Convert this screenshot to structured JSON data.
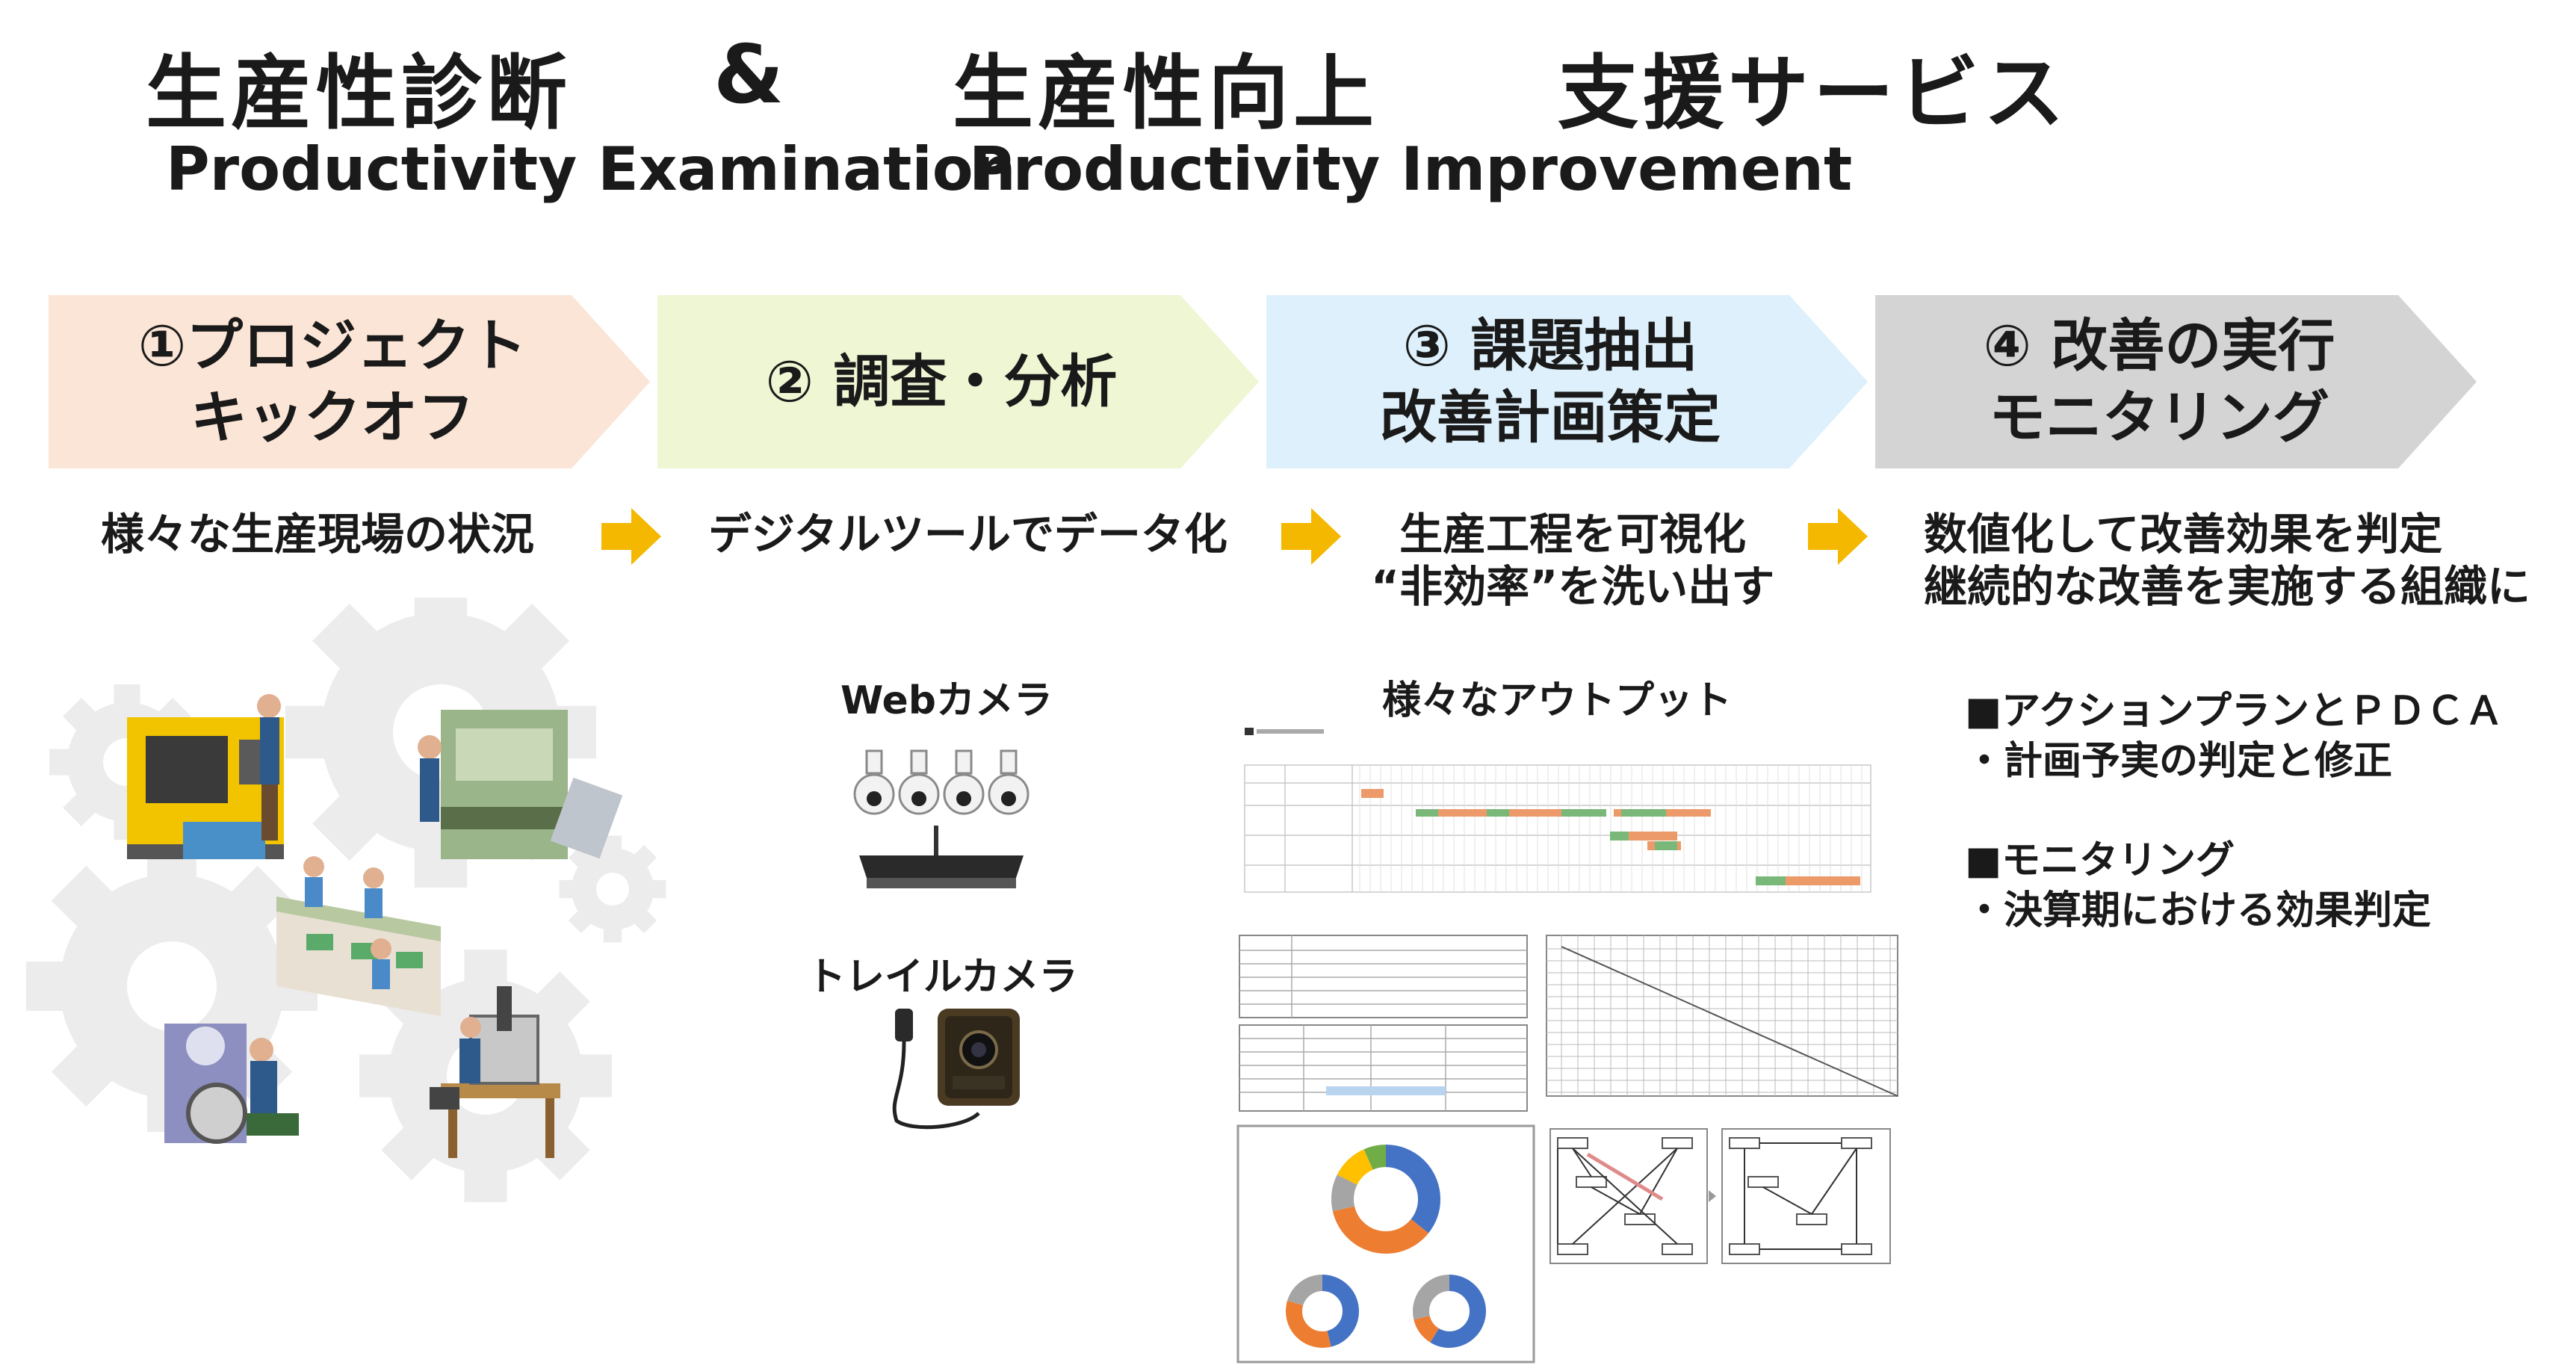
{
  "header": {
    "jp_left": "生産性診断",
    "amp": "&",
    "jp_mid": "生産性向上",
    "jp_right": "支援サービス",
    "en_left": "Productivity Examination",
    "en_right": "Productivity Improvement"
  },
  "steps": [
    {
      "line1": "①プロジェクト",
      "line2": "キックオフ",
      "color": "#fbe5d6"
    },
    {
      "line1": "② 調査・分析",
      "line2": "",
      "color": "#eef6d4"
    },
    {
      "line1": "③ 課題抽出",
      "line2": "改善計画策定",
      "color": "#def0fb"
    },
    {
      "line1": "④ 改善の実行",
      "line2": "モニタリング",
      "color": "#d4d4d4"
    }
  ],
  "descriptions": [
    {
      "line1": "様々な生産現場の状況",
      "line2": ""
    },
    {
      "line1": "デジタルツールでデータ化",
      "line2": ""
    },
    {
      "line1": "生産工程を可視化",
      "line2": "“非効率”を洗い出す"
    },
    {
      "line1": "数値化して改善効果を判定",
      "line2": "継続的な改善を実施する組織に"
    }
  ],
  "tools": {
    "web_camera": "Webカメラ",
    "trail_camera": "トレイルカメラ"
  },
  "outputs": {
    "title": "様々なアウトプット"
  },
  "right": {
    "pdca_title": "■アクションプランとＰＤＣＡ",
    "pdca_item": "・計画予実の判定と修正",
    "monitor_title": "■モニタリング",
    "monitor_item": "・決算期における効果判定"
  },
  "colors": {
    "arrow": "#f5b800",
    "gear": "#ececec",
    "chart_blue": "#4472c4",
    "chart_orange": "#ed7d31",
    "chart_gray": "#a5a5a5",
    "chart_yellow": "#ffc000",
    "chart_green": "#70ad47"
  }
}
